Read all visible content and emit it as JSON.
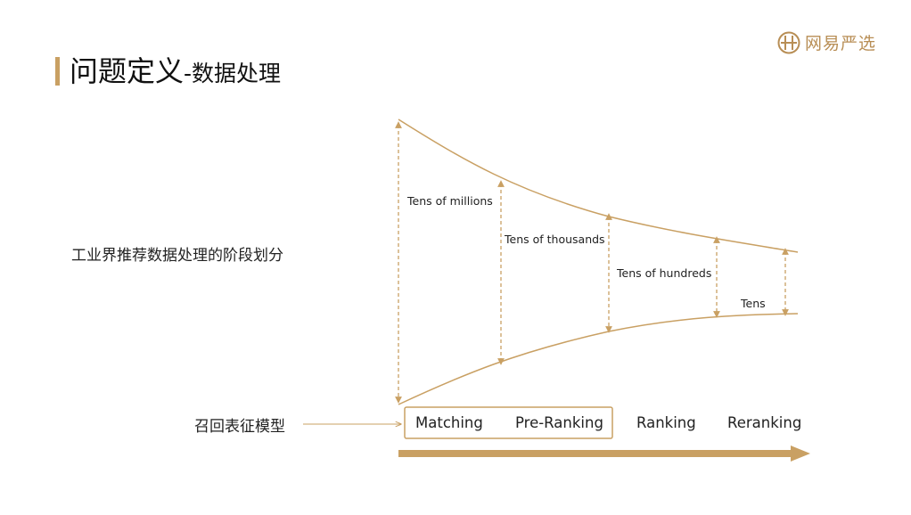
{
  "title": {
    "main": "问题定义",
    "suffix": "-数据处理"
  },
  "logo": {
    "text": "网易严选",
    "icon": "yanxuan-logo-icon"
  },
  "subtitle": "工业界推荐数据处理的阶段划分",
  "recall_label": "召回表征模型",
  "funnel": {
    "labels": [
      "Tens of millions",
      "Tens of thousands",
      "Tens of hundreds",
      "Tens"
    ]
  },
  "stages": [
    "Matching",
    "Pre-Ranking",
    "Ranking",
    "Reranking"
  ],
  "colors": {
    "accent": "#c9a063",
    "logo": "#b88e55",
    "text": "#222222"
  }
}
